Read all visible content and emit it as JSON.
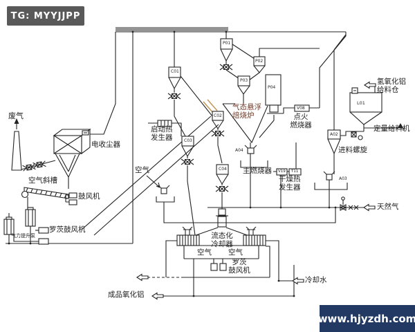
{
  "badge": {
    "text": "TG: MYYJJPP"
  },
  "watermark": {
    "text": "www.hjyzdh.com"
  },
  "colors": {
    "line": "#232323",
    "badge_bg": "#595959",
    "watermark_bg": "#223a63",
    "duct_gray": "#949494",
    "tan": "#c49a5a",
    "furnace_label": "#6e3726"
  },
  "labels": {
    "waste_gas": "废气",
    "esp": "电收尘器",
    "air_chute": "空气斜槽",
    "blower": "鼓风机",
    "roots_blower_left": "罗茨鼓风机",
    "air_lift_pump": "气力提升泵",
    "startup_heat_generator": "启动热\n发生器",
    "air_mid": "空气",
    "gsc_furnace": "气态悬浮\n焙烧炉",
    "ignition_burner": "点火\n燃烧器",
    "main_burner": "主燃烧器",
    "drying_heat_generator": "干燥热\n发生器",
    "alumina_hydroxide_bin": "氢氧化铝\n给料仓",
    "dosing_feeder": "定量给料机",
    "feed_screw": "进料螺旋",
    "natural_gas": "天然气",
    "fluidized_cooler": "流态化\n冷却器",
    "air_cooler_left": "空气",
    "air_cooler_right": "空气",
    "roots_blower_bottom": "罗茨\n鼓风机",
    "cooling_water": "冷却水",
    "product_alumina": "成品氧化铝"
  },
  "tags": {
    "p01": "P01",
    "p02": "P02",
    "p03": "P03",
    "p04": "P04",
    "c01": "C01",
    "c02": "C02",
    "c03": "C03",
    "c04": "C04",
    "l01": "L01",
    "a02": "A02",
    "a03": "A03",
    "a04": "A04",
    "v08": "V08",
    "v19": "V19",
    "t11": "T11"
  }
}
